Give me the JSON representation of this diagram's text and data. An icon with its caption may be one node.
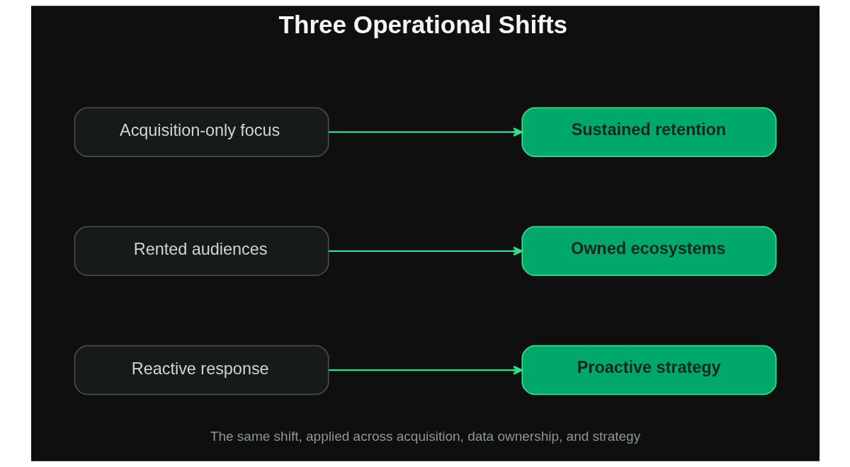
{
  "diagram": {
    "title": "Three Operational Shifts",
    "caption": "The same shift, applied across acquisition, data ownership, and strategy",
    "nodes": [
      {
        "text": [
          "Acquisition-only focus"
        ]
      },
      {
        "text": [
          "Sustained retention"
        ]
      },
      {
        "text": [
          "Rented audiences"
        ]
      },
      {
        "text": [
          "Owned ecosystems"
        ]
      },
      {
        "text": [
          "Reactive response"
        ]
      },
      {
        "text": [
          "Proactive strategy"
        ]
      }
    ],
    "edges": [
      {
        "from": 0,
        "to": 1,
        "arrow": "to"
      },
      {
        "from": 2,
        "to": 3,
        "arrow": "to"
      },
      {
        "from": 4,
        "to": 5,
        "arrow": "to"
      }
    ]
  }
}
